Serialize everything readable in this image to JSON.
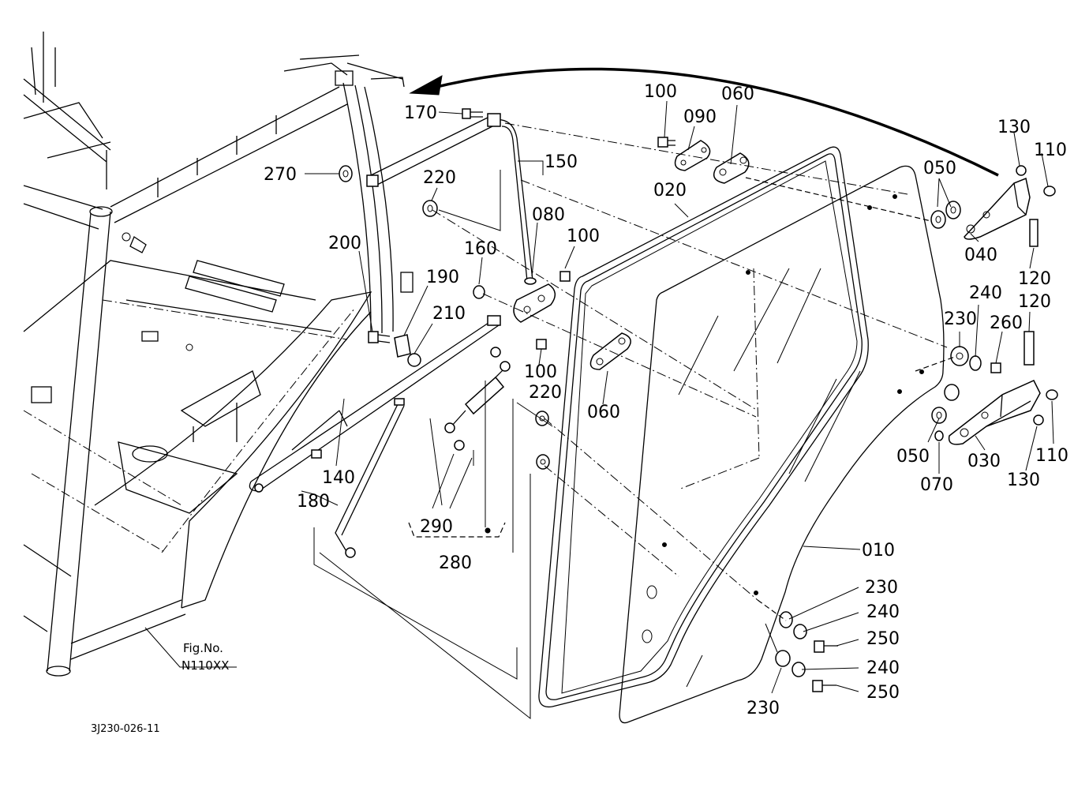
{
  "figure": {
    "fig_label": "Fig.No.",
    "fig_number": "N110XX",
    "drawing_code": "3J230-026-11"
  },
  "callouts": {
    "c010": "010",
    "c020": "020",
    "c030": "030",
    "c040": "040",
    "c050_top": "050",
    "c050_bottom": "050",
    "c060_top": "060",
    "c060_mid": "060",
    "c070": "070",
    "c080": "080",
    "c090": "090",
    "c100_top": "100",
    "c100_mid": "100",
    "c100_low": "100",
    "c110_top": "110",
    "c110_bottom": "110",
    "c120_top": "120",
    "c120_mid": "120",
    "c130_top": "130",
    "c130_bottom": "130",
    "c140": "140",
    "c150": "150",
    "c160": "160",
    "c170": "170",
    "c180": "180",
    "c190": "190",
    "c200": "200",
    "c210": "210",
    "c220_top": "220",
    "c220_mid": "220",
    "c230_right": "230",
    "c230_low1": "230",
    "c230_low2": "230",
    "c240_right": "240",
    "c240_low1": "240",
    "c240_low2": "240",
    "c250_a": "250",
    "c250_b": "250",
    "c260": "260",
    "c270": "270",
    "c280": "280",
    "c290": "290"
  }
}
